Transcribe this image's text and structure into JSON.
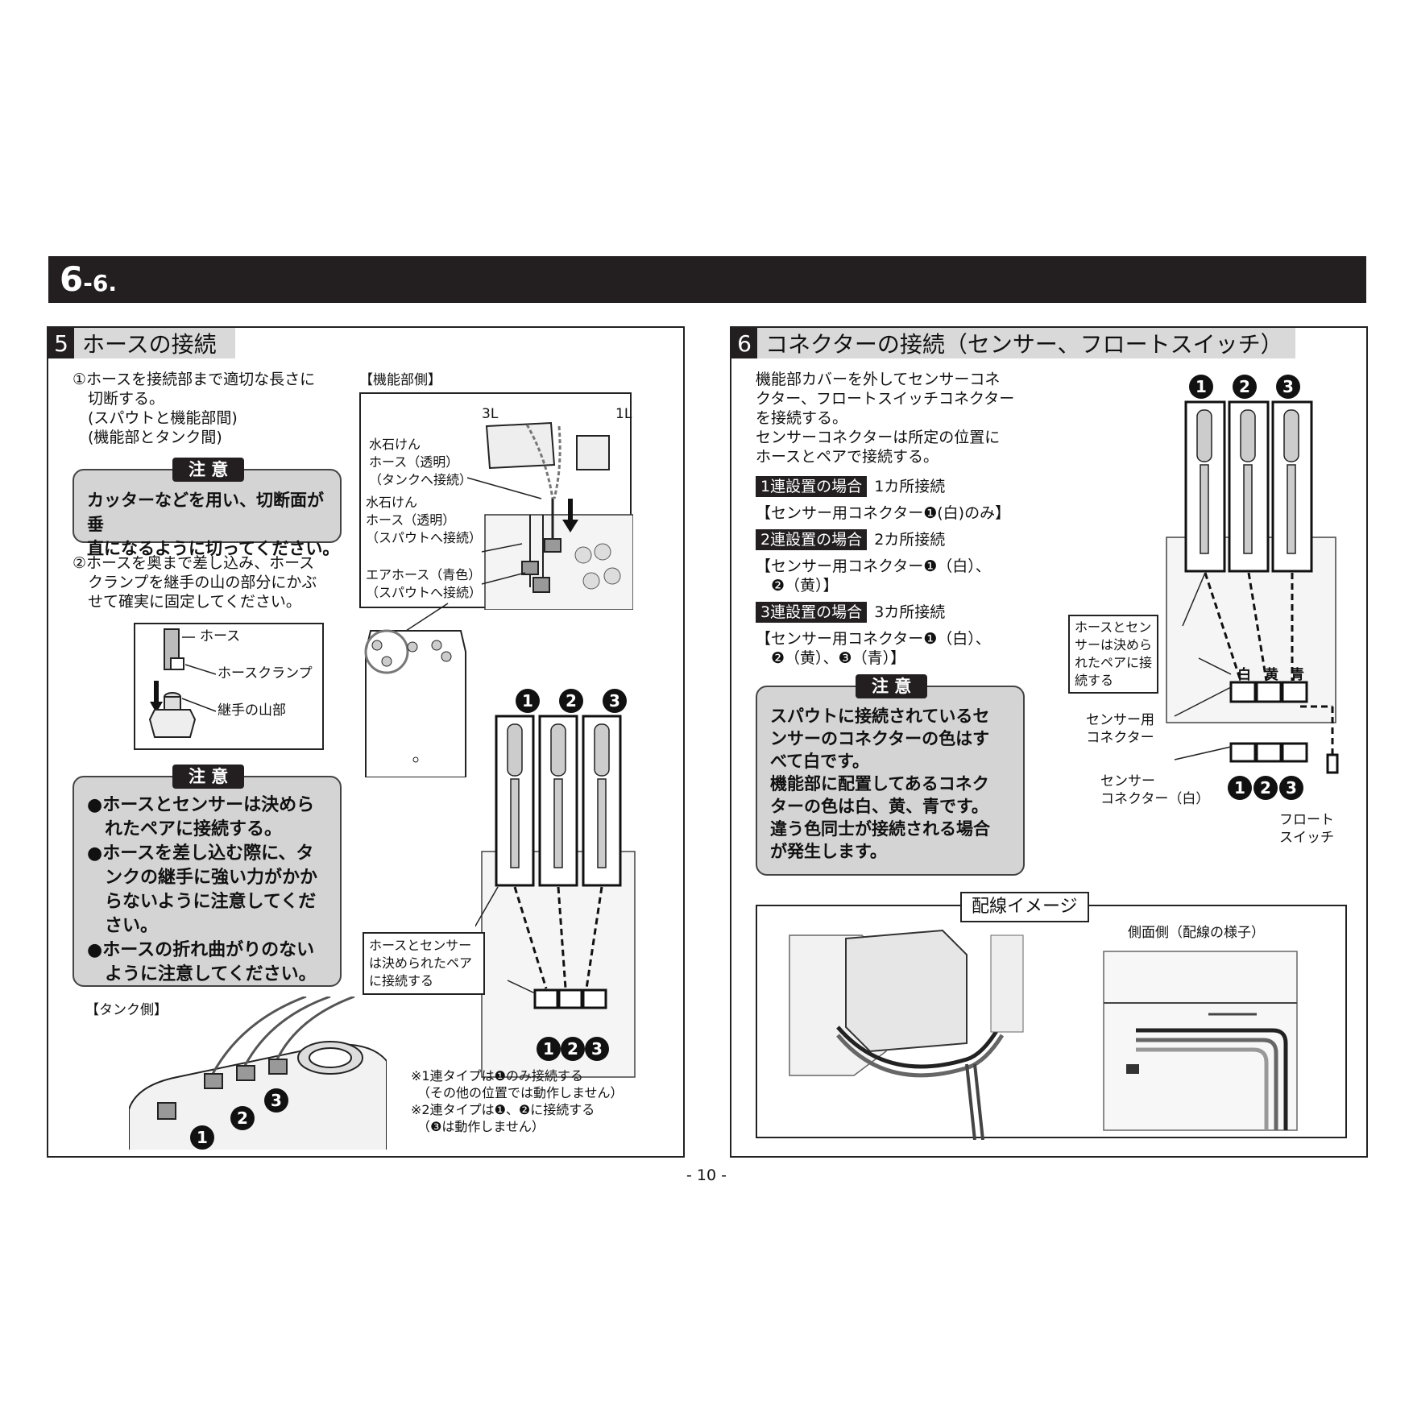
{
  "header": {
    "section_prefix": "6",
    "section_suffix": "-6."
  },
  "left": {
    "section_number": "5",
    "section_title": "ホースの接続",
    "step1": "①ホースを接続部まで適切な長さに\n　切断する。\n　(スパウトと機能部間)\n　(機能部とタンク間)",
    "caution1_tag": "注 意",
    "caution1_text": "カッターなどを用い、切断面が垂\n直になるように切ってください。",
    "step2": "②ホースを奥まで差し込み、ホース\n　クランプを継手の山の部分にかぶ\n　せて確実に固定してください。",
    "hose_label": "ホース",
    "clamp_label": "ホースクランプ",
    "joint_label": "継手の山部",
    "caution2_tag": "注 意",
    "caution2_text": "●ホースとセンサーは決めら\n　れたペアに接続する。\n●ホースを差し込む際に、タ\n　ンクの継手に強い力がかか\n　らないように注意してくだ\n　さい。\n●ホースの折れ曲がりのない\n　ように注意してください。",
    "tank_side_label": "【タンク側】",
    "function_side_label": "【機能部側】",
    "label_3l": "3L",
    "label_1l": "1L",
    "soap_hose_tank": "水石けん\nホース（透明）\n（タンクへ接続）",
    "soap_hose_spout": "水石けん\nホース（透明）\n（スパウトへ接続）",
    "air_hose": "エアホース（青色）\n（スパウトへ接続）",
    "pair_note": "ホースとセンサー\nは決められたペア\nに接続する",
    "footnote": "※1連タイプは❶のみ接続する\n　（その他の位置では動作しません）\n※2連タイプは❶、❷に接続する\n　（❸は動作しません）",
    "numbers": [
      "1",
      "2",
      "3"
    ]
  },
  "right": {
    "section_number": "6",
    "section_title": "コネクターの接続（センサー、フロートスイッチ）",
    "intro": "機能部カバーを外してセンサーコネ\nクター、フロートスイッチコネクター\nを接続する。\nセンサーコネクターは所定の位置に\nホースとペアで接続する。",
    "case1_badge": "1連設置の場合",
    "case1_count": "1カ所接続",
    "case1_detail": "【センサー用コネクター❶(白)のみ】",
    "case2_badge": "2連設置の場合",
    "case2_count": "2カ所接続",
    "case2_detail": "【センサー用コネクター❶（白）、\n　❷（黄）】",
    "case3_badge": "3連設置の場合",
    "case3_count": "3カ所接続",
    "case3_detail": "【センサー用コネクター❶（白）、\n　❷（黄）、❸（青）】",
    "caution_tag": "注 意",
    "caution_text": "スパウトに接続されているセ\nンサーのコネクターの色はす\nべて白です。\n機能部に配置してあるコネク\nターの色は白、黄、青です。\n違う色同士が接続される場合\nが発生します。",
    "pair_note": "ホースとセン\nサーは決めら\nれたペアに接\n続する",
    "color_white": "白",
    "color_yellow": "黄",
    "color_blue": "青",
    "sensor_connector_label": "センサー用\nコネクター",
    "sensor_connector_white": "センサー\nコネクター（白）",
    "float_switch": "フロート\nスイッチ",
    "wiring_title": "配線イメージ",
    "side_view_label": "側面側（配線の様子）",
    "numbers": [
      "1",
      "2",
      "3"
    ]
  },
  "page_number": "- 10 -"
}
